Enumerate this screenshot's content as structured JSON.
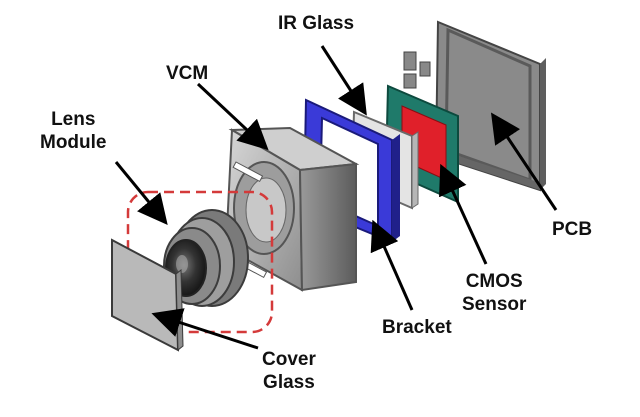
{
  "labels": {
    "ir_glass": "IR Glass",
    "vcm": "VCM",
    "lens_module": [
      "Lens",
      "Module"
    ],
    "pcb": "PCB",
    "cmos_sensor": [
      "CMOS",
      "Sensor"
    ],
    "bracket": "Bracket",
    "cover_glass": [
      "Cover",
      "Glass"
    ]
  },
  "colors": {
    "bracket": "#3a3ad8",
    "cmos_board": "#1f7a6a",
    "sensor": "#e0202a",
    "highlight_box": "#d43a3a"
  }
}
